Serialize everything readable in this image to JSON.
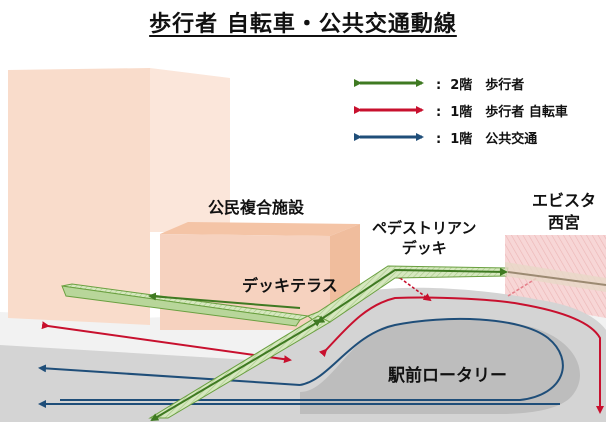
{
  "title": "歩行者 自転車・公共交通動線",
  "legend": [
    {
      "marker": ":",
      "text": "2階　歩行者",
      "color": "#3f7a22"
    },
    {
      "marker": ":",
      "text": "1階　歩行者 自転車",
      "color": "#c8102e"
    },
    {
      "marker": ":",
      "text": "1階　公共交通",
      "color": "#1f4e79"
    }
  ],
  "labels": {
    "public_facility": "公民複合施設",
    "deck_terrace": "デッキテラス",
    "pedestrian_deck_line1": "ペデストリアン",
    "pedestrian_deck_line2": "デッキ",
    "ebisuta_line1": "エビスタ",
    "ebisuta_line2": "西宮",
    "rotary": "駅前ロータリー"
  },
  "colors": {
    "pedestrian_2f": "#3f7a22",
    "pedestrian_bike_1f": "#c8102e",
    "public_transport_1f": "#1f4e79",
    "deck_fill": "#cfe3b4",
    "building": "#f6d2bf",
    "rotary": "#cfcfcf"
  }
}
